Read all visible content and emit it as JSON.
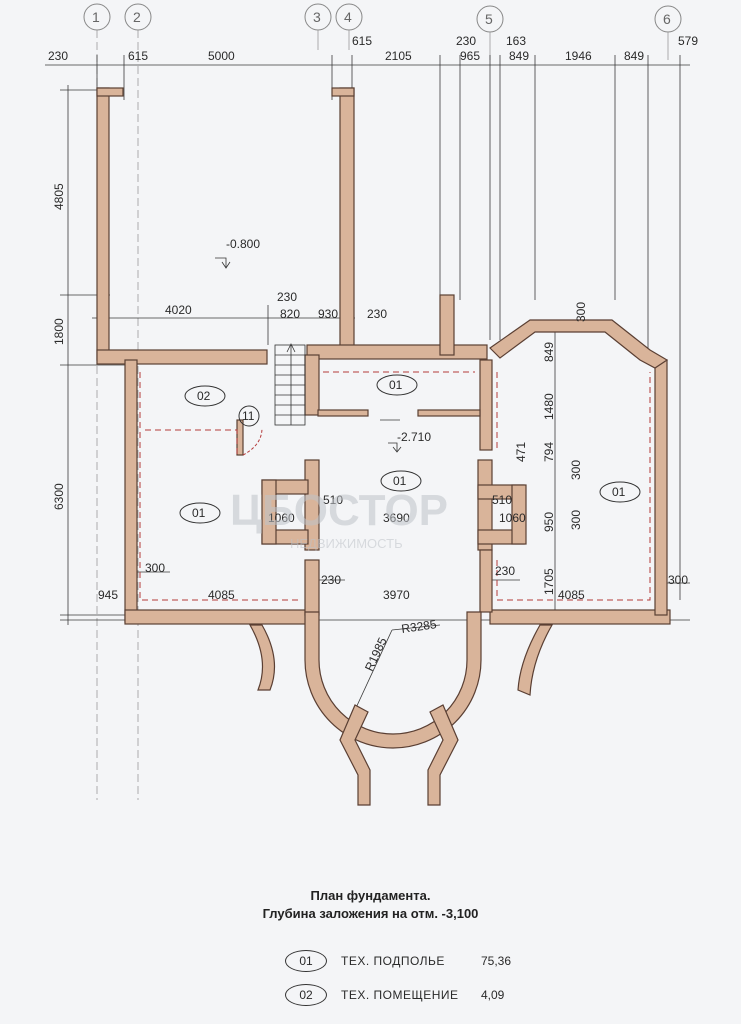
{
  "axes": [
    "1",
    "2",
    "3",
    "4",
    "5",
    "6"
  ],
  "top_dims": [
    "230",
    "615",
    "5000",
    "615",
    "2105",
    "230",
    "965",
    "163",
    "849",
    "1946",
    "849",
    "579"
  ],
  "inner_dims": [
    "4020",
    "230",
    "820",
    "930",
    "230",
    "300"
  ],
  "left_dims": [
    "4805",
    "1800",
    "6300"
  ],
  "right_dims": [
    "849",
    "1480",
    "471",
    "794",
    "300",
    "950",
    "300",
    "1705"
  ],
  "middle_dims": [
    "510",
    "3690",
    "510",
    "1060",
    "1060"
  ],
  "bottom_dims": [
    "945",
    "300",
    "4085",
    "230",
    "3970",
    "230",
    "4085",
    "300"
  ],
  "radii": [
    "R1985",
    "R3285"
  ],
  "elevations": [
    "-0.800",
    "-2.710"
  ],
  "room_tags": [
    "02",
    "01",
    "01",
    "01",
    "01",
    "11"
  ],
  "watermark": {
    "main": "ЦБОСТОР",
    "sub": "НЕДВИЖИМОСТЬ"
  },
  "caption": {
    "line1": "План фундамента.",
    "line2": "Глубина  заложения на отм. -3,100"
  },
  "legend": [
    {
      "tag": "01",
      "name": "ТЕХ.  ПОДПОЛЬЕ",
      "value": "75,36"
    },
    {
      "tag": "02",
      "name": "ТЕХ.  ПОМЕЩЕНИЕ",
      "value": "4,09"
    }
  ],
  "colors": {
    "wall": "#d9b49a",
    "line": "#2a2a2a",
    "background": "#f4f5f7"
  }
}
